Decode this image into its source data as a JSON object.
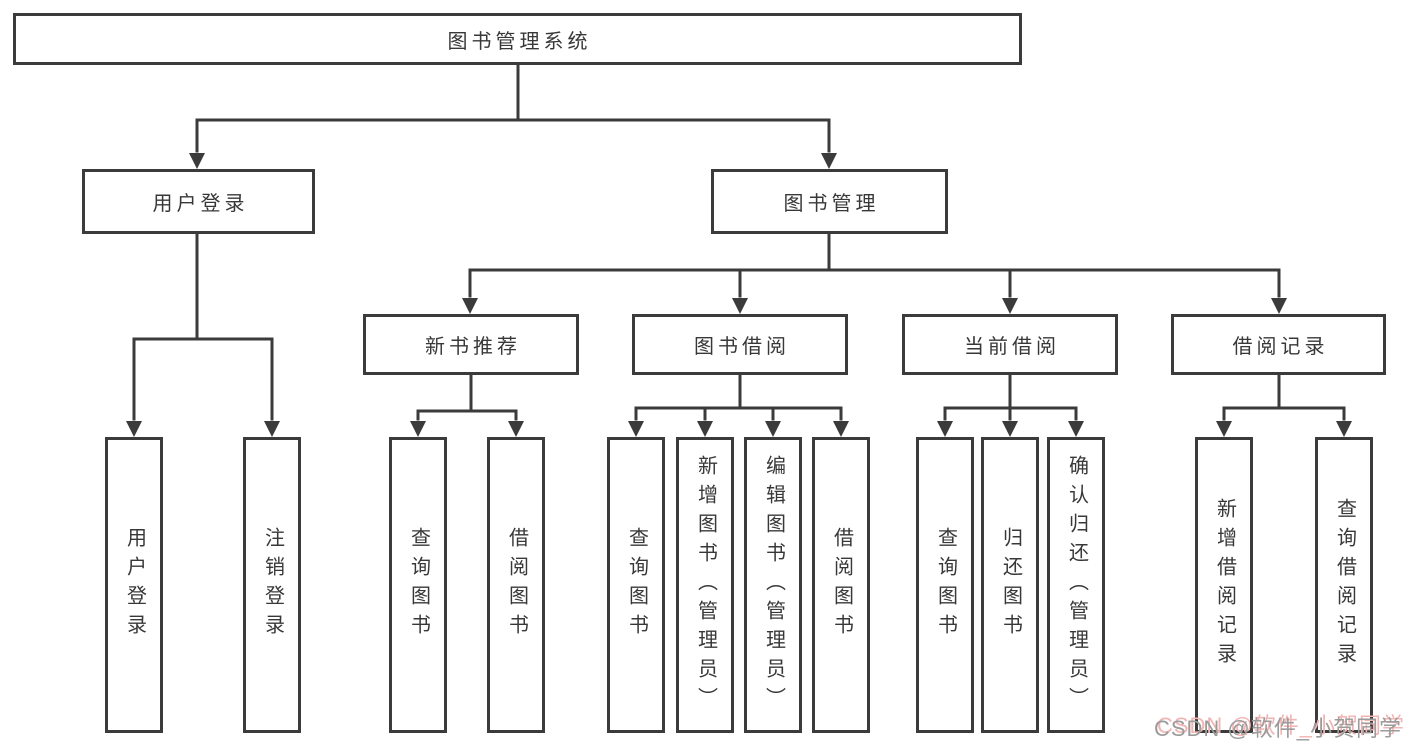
{
  "diagram": {
    "root": "图书管理系统",
    "level2": [
      "用户登录",
      "图书管理"
    ],
    "level3": [
      "新书推荐",
      "图书借阅",
      "当前借阅",
      "借阅记录"
    ],
    "leaves_login": [
      "用户登录",
      "注销登录"
    ],
    "leaves_new_book": [
      "查询图书",
      "借阅图书"
    ],
    "leaves_book_borrow": [
      "查询图书",
      "新增图书（管理员）",
      "编辑图书（管理员）",
      "借阅图书"
    ],
    "leaves_current": [
      "查询图书",
      "归还图书",
      "确认归还（管理员）"
    ],
    "leaves_records": [
      "新增借阅记录",
      "查询借阅记录"
    ]
  },
  "watermark": "CSDN @软件_小贺同学",
  "colors": {
    "line": "#3b3b3b",
    "text": "#383838",
    "background": "#ffffff",
    "watermark": "#9b9b9b",
    "watermark_accent": "#f3b4b4"
  }
}
